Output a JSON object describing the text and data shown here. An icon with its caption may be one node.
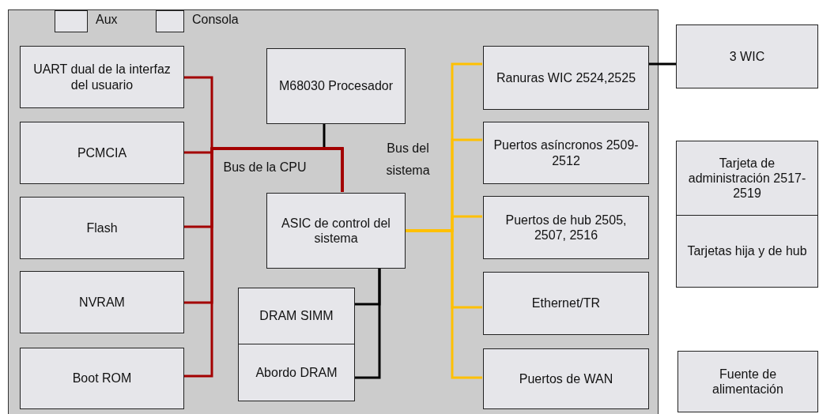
{
  "diagram": {
    "nodes": [
      {
        "text": [],
        "shape": "box"
      },
      {
        "text": [
          "Aux"
        ],
        "in": 0
      },
      {
        "text": [
          "Consola"
        ],
        "in": 0
      },
      {
        "text": [
          "UART dual de la interfaz del usuario"
        ],
        "in": 0
      },
      {
        "text": [
          "PCMCIA"
        ],
        "in": 0
      },
      {
        "text": [
          "Flash"
        ],
        "in": 0
      },
      {
        "text": [
          "NVRAM"
        ],
        "in": 0
      },
      {
        "text": [
          "Boot ROM"
        ],
        "in": 0
      },
      {
        "text": [
          "M68030 Procesador"
        ],
        "in": 0
      },
      {
        "text": [
          "ASIC de control del sistema"
        ],
        "in": 0
      },
      {
        "text": [
          "DRAM SIMM"
        ],
        "in": 0
      },
      {
        "text": [
          "Abordo DRAM"
        ],
        "in": 0
      },
      {
        "text": [
          "Ranuras WIC 2524,2525"
        ],
        "in": 0
      },
      {
        "text": [
          "Puertos asíncronos 2509-2512"
        ],
        "in": 0
      },
      {
        "text": [
          "Puertos de hub 2505, 2507, 2516"
        ],
        "in": 0
      },
      {
        "text": [
          "Ethernet/TR"
        ],
        "in": 0
      },
      {
        "text": [
          "Puertos de WAN"
        ],
        "in": 0
      },
      {
        "text": [
          "3 WIC"
        ]
      },
      {
        "text": [
          "Tarjeta de administración 2517-2519"
        ]
      },
      {
        "text": [
          "Tarjetas hija y de hub"
        ]
      },
      {
        "text": [
          "Fuente de alimentación"
        ]
      }
    ],
    "edges": [
      {
        "from": 8,
        "to": 9,
        "arrow": "none",
        "color": "#000000"
      },
      {
        "from": 3,
        "to": 9,
        "arrow": "none",
        "color": "#a30000"
      },
      {
        "from": 4,
        "to": 9,
        "arrow": "none",
        "color": "#a30000"
      },
      {
        "from": 5,
        "to": 9,
        "arrow": "none",
        "color": "#a30000"
      },
      {
        "from": 6,
        "to": 9,
        "arrow": "none",
        "color": "#a30000"
      },
      {
        "from": 7,
        "to": 9,
        "arrow": "none",
        "color": "#a30000"
      },
      {
        "from": 9,
        "to": 12,
        "arrow": "none",
        "color": "#ffc000"
      },
      {
        "from": 9,
        "to": 13,
        "arrow": "none",
        "color": "#ffc000"
      },
      {
        "from": 9,
        "to": 14,
        "arrow": "none",
        "color": "#ffc000"
      },
      {
        "from": 9,
        "to": 15,
        "arrow": "none",
        "color": "#ffc000"
      },
      {
        "from": 9,
        "to": 16,
        "arrow": "none",
        "color": "#ffc000"
      },
      {
        "from": 9,
        "to": 10,
        "arrow": "none",
        "color": "#000000"
      },
      {
        "from": 9,
        "to": 11,
        "arrow": "none",
        "color": "#000000"
      },
      {
        "from": 12,
        "to": 17,
        "arrow": "none",
        "color": "#000000"
      }
    ],
    "labels": [
      "Bus de la CPU",
      "Bus del sistema"
    ]
  }
}
